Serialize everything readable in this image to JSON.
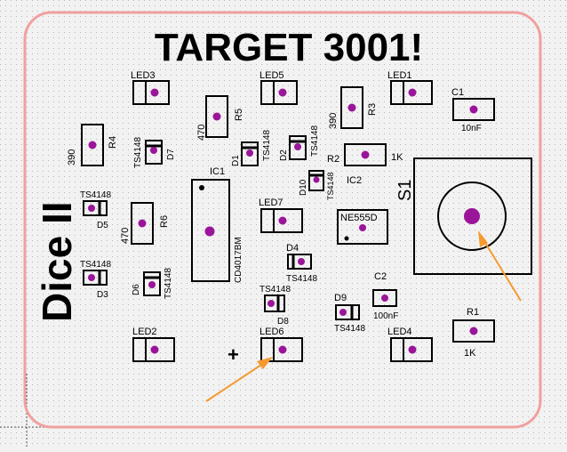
{
  "board": {
    "title": "TARGET 3001!",
    "side_label": "Dice II",
    "plus_sign": "+",
    "colors": {
      "background": "#f2f2f2",
      "board_outline": "#f0a0a0",
      "grid_dots": "#b5b5b5",
      "silkscreen": "#000000",
      "pad": "#9a159a",
      "arrow": "#f59a2e"
    }
  },
  "labels": {
    "led3": "LED3",
    "led5": "LED5",
    "led1": "LED1",
    "led7": "LED7",
    "led2": "LED2",
    "led6": "LED6",
    "led4": "LED4",
    "r4": "R4",
    "r4_val": "390",
    "r5": "R5",
    "r5_val": "470",
    "r3": "R3",
    "r3_val": "390",
    "r6": "R6",
    "r6_val": "470",
    "r2": "R2",
    "r2_val": "1K",
    "r1": "R1",
    "r1_val": "1K",
    "c1": "C1",
    "c1_val": "10nF",
    "c2": "C2",
    "c2_val": "100nF",
    "d7": "D7",
    "d7_val": "TS4148",
    "d1": "D1",
    "d1_val": "TS4148",
    "d2": "D2",
    "d2_val": "TS4148",
    "d10": "D10",
    "d10_val": "TS4148",
    "d5": "D5",
    "d5_val": "TS4148",
    "d3": "D3",
    "d3_val": "TS4148",
    "d6": "D6",
    "d6_val": "TS4148",
    "d4": "D4",
    "d4_val": "TS4148",
    "d8": "D8",
    "d8_val": "TS4148",
    "d9": "D9",
    "d9_val": "TS4148",
    "ic1": "IC1",
    "ic1_val": "CD4017BM",
    "ic2": "IC2",
    "ic2_val": "NE555D",
    "s1": "S1"
  }
}
